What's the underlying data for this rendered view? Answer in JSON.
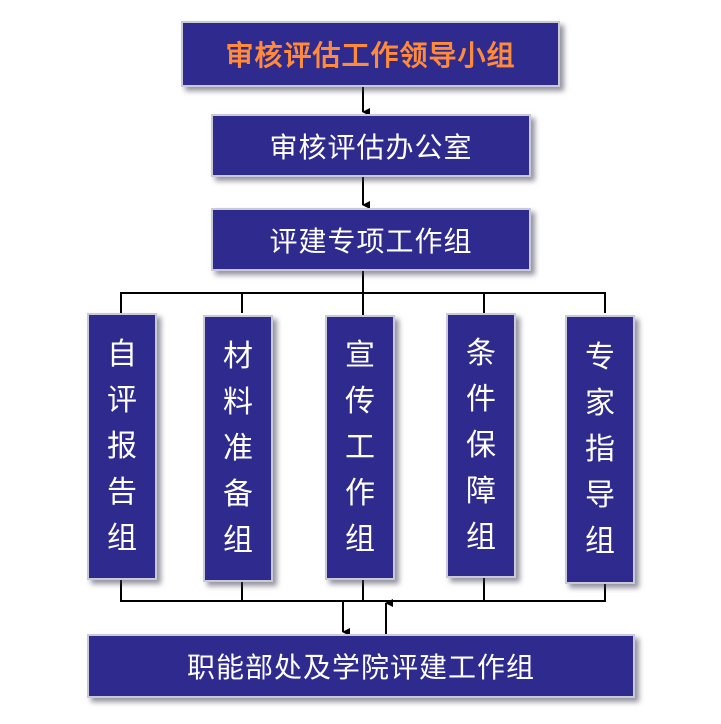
{
  "top": "审核评估工作领导小组",
  "office": "审核评估办公室",
  "project_group": "评建专项工作组",
  "sub_groups": [
    "自评报告组",
    "材料准备组",
    "宣传工作组",
    "条件保障组",
    "专家指导组"
  ],
  "bottom": "职能部处及学院评建工作组",
  "colors": {
    "box_fill": "#2e2a8e",
    "title_text": "#ff8a3c",
    "text": "#ffffff",
    "lines": "#000000"
  }
}
